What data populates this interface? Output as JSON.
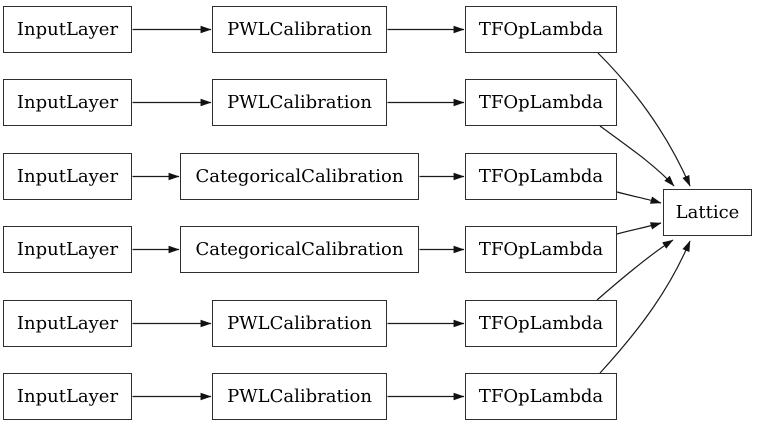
{
  "diagram": {
    "type": "directed-graph",
    "description": "Keras lattice model architecture graph",
    "colors": {
      "background": "#ffffff",
      "node_fill": "#ffffff",
      "node_border": "#2e2e2e",
      "edge": "#1a1a1a",
      "text": "#000000"
    },
    "nodes": [
      {
        "id": "input_1",
        "label": "InputLayer"
      },
      {
        "id": "pwl_1",
        "label": "PWLCalibration"
      },
      {
        "id": "tfop_1",
        "label": "TFOpLambda"
      },
      {
        "id": "input_2",
        "label": "InputLayer"
      },
      {
        "id": "pwl_2",
        "label": "PWLCalibration"
      },
      {
        "id": "tfop_2",
        "label": "TFOpLambda"
      },
      {
        "id": "input_3",
        "label": "InputLayer"
      },
      {
        "id": "cat_3",
        "label": "CategoricalCalibration"
      },
      {
        "id": "tfop_3",
        "label": "TFOpLambda"
      },
      {
        "id": "input_4",
        "label": "InputLayer"
      },
      {
        "id": "cat_4",
        "label": "CategoricalCalibration"
      },
      {
        "id": "tfop_4",
        "label": "TFOpLambda"
      },
      {
        "id": "input_5",
        "label": "InputLayer"
      },
      {
        "id": "pwl_5",
        "label": "PWLCalibration"
      },
      {
        "id": "tfop_5",
        "label": "TFOpLambda"
      },
      {
        "id": "input_6",
        "label": "InputLayer"
      },
      {
        "id": "pwl_6",
        "label": "PWLCalibration"
      },
      {
        "id": "tfop_6",
        "label": "TFOpLambda"
      },
      {
        "id": "lattice",
        "label": "Lattice"
      }
    ],
    "edges": [
      {
        "from": "input_1",
        "to": "pwl_1"
      },
      {
        "from": "pwl_1",
        "to": "tfop_1"
      },
      {
        "from": "tfop_1",
        "to": "lattice"
      },
      {
        "from": "input_2",
        "to": "pwl_2"
      },
      {
        "from": "pwl_2",
        "to": "tfop_2"
      },
      {
        "from": "tfop_2",
        "to": "lattice"
      },
      {
        "from": "input_3",
        "to": "cat_3"
      },
      {
        "from": "cat_3",
        "to": "tfop_3"
      },
      {
        "from": "tfop_3",
        "to": "lattice"
      },
      {
        "from": "input_4",
        "to": "cat_4"
      },
      {
        "from": "cat_4",
        "to": "tfop_4"
      },
      {
        "from": "tfop_4",
        "to": "lattice"
      },
      {
        "from": "input_5",
        "to": "pwl_5"
      },
      {
        "from": "pwl_5",
        "to": "tfop_5"
      },
      {
        "from": "tfop_5",
        "to": "lattice"
      },
      {
        "from": "input_6",
        "to": "pwl_6"
      },
      {
        "from": "pwl_6",
        "to": "tfop_6"
      },
      {
        "from": "tfop_6",
        "to": "lattice"
      }
    ]
  }
}
